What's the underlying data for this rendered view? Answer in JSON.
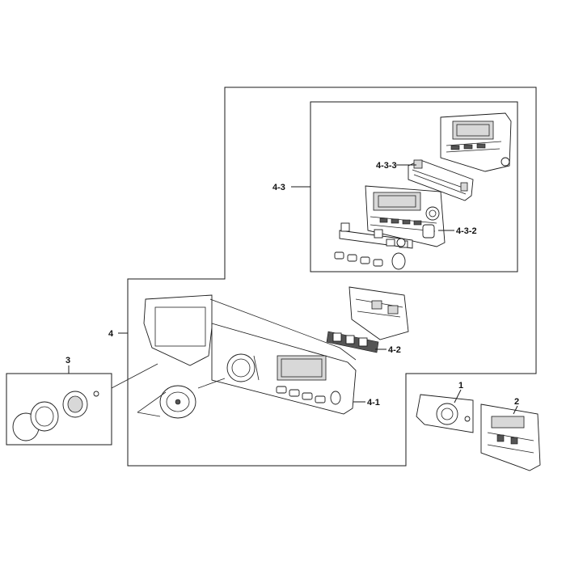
{
  "labels": {
    "l1": "1",
    "l2": "2",
    "l3": "3",
    "l4": "4",
    "l4_1": "4-1",
    "l4_2": "4-2",
    "l4_3": "4-3",
    "l4_3_2": "4-3-2",
    "l4_3_3": "4-3-3"
  }
}
